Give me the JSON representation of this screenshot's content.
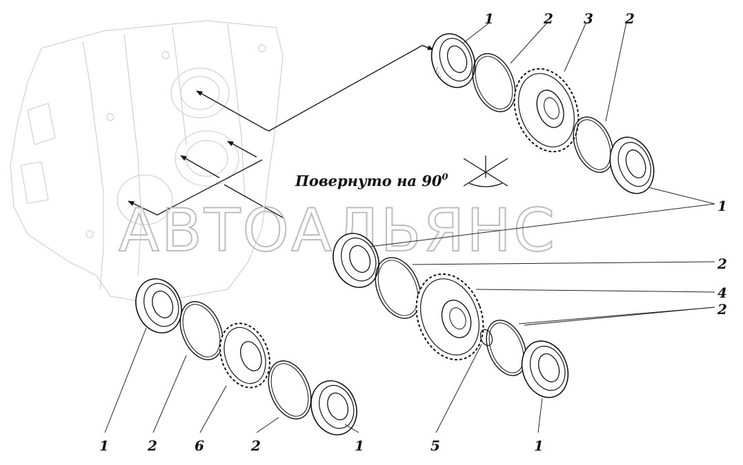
{
  "caption": {
    "text": "Повернуто на 90",
    "superscript": "0"
  },
  "watermark": "АВТОАЛЬЯНС",
  "callouts": {
    "c1": "1",
    "c2": "2",
    "c3": "3",
    "c4": "2",
    "c5": "1",
    "c6": "2",
    "c7": "4",
    "c8": "2",
    "c9": "1",
    "c10": "2",
    "c11": "6",
    "c12": "2",
    "c13": "1",
    "c14": "5",
    "c15": "1"
  }
}
